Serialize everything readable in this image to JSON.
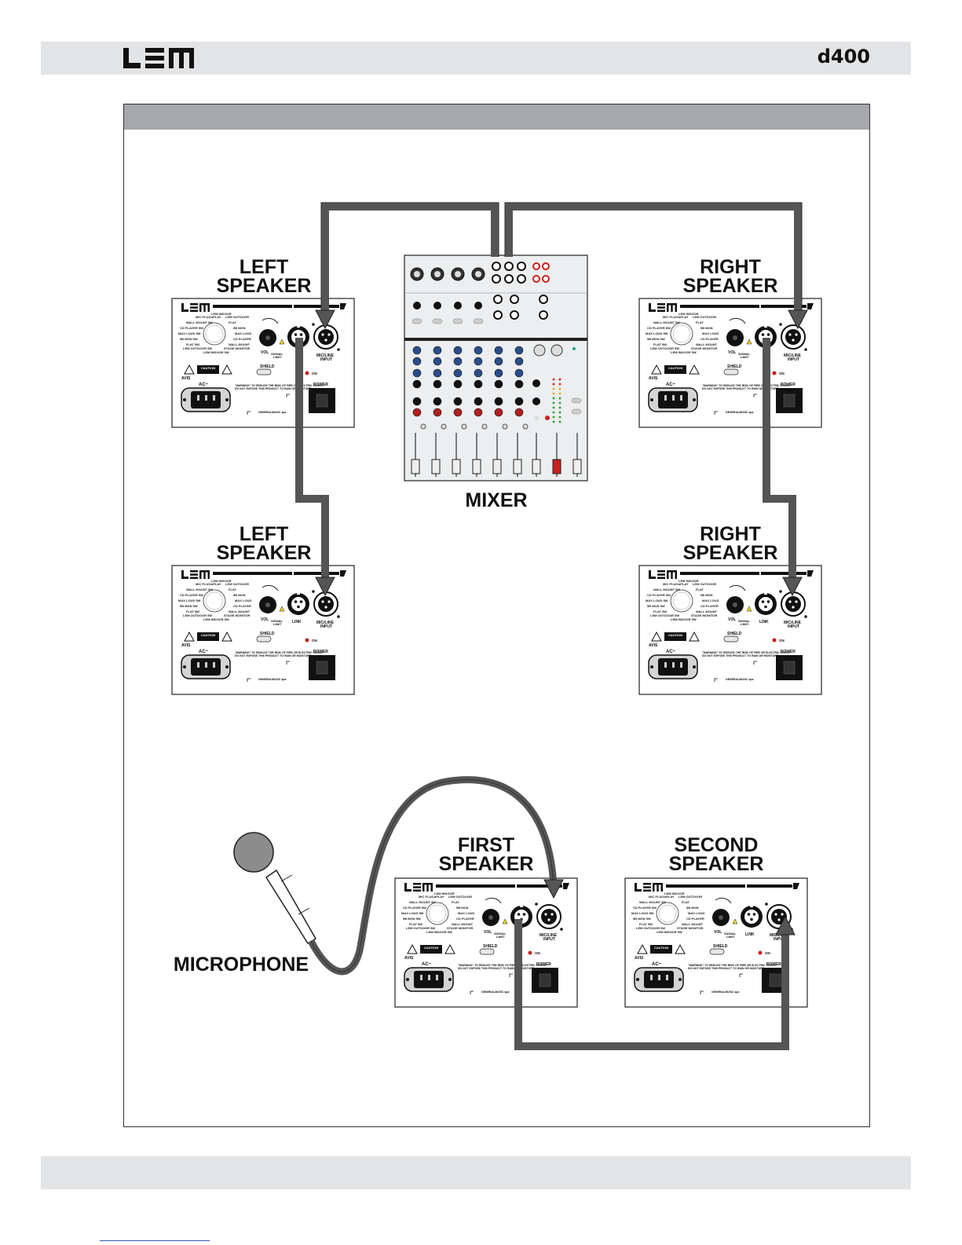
{
  "header": {
    "brand": "LEM",
    "model": "d400"
  },
  "diagram": {
    "left_speaker_top": [
      "LEFT",
      "SPEAKER"
    ],
    "left_speaker_bottom": [
      "LEFT",
      "SPEAKER"
    ],
    "right_speaker_top": [
      "RIGHT",
      "SPEAKER"
    ],
    "right_speaker_bottom": [
      "RIGHT",
      "SPEAKER"
    ],
    "mixer": "MIXER",
    "first_speaker": [
      "FIRST",
      "SPEAKER"
    ],
    "second_speaker": [
      "SECOND",
      "SPEAKER"
    ],
    "microphone": "MICROPHONE",
    "panel_labels": {
      "input": [
        "MIC/LINE",
        "INPUT"
      ],
      "link": "LINK",
      "vol": "VOL",
      "signal": "SIGNAL",
      "limit": "LIMIT",
      "shield": "SHIELD",
      "ac": "AC~",
      "caution": "CAUTION",
      "power": "POWER",
      "on": "ON"
    },
    "cable_color": "#555555",
    "accent_red": "#cc1f1f"
  }
}
